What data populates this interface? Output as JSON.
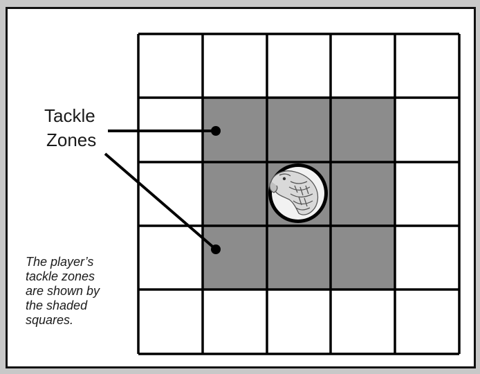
{
  "label": {
    "line1": "Tackle",
    "line2": "Zones"
  },
  "caption": {
    "lines": [
      "The player’s",
      "tackle zones",
      "are shown by",
      "the shaded",
      "squares."
    ]
  },
  "grid": {
    "rows": 5,
    "cols": 5,
    "tackle_zone_cells": [
      [
        1,
        1
      ],
      [
        1,
        2
      ],
      [
        1,
        3
      ],
      [
        2,
        1
      ],
      [
        2,
        3
      ],
      [
        3,
        1
      ],
      [
        3,
        2
      ],
      [
        3,
        3
      ]
    ],
    "player_cell": [
      2,
      2
    ]
  },
  "colors": {
    "frame": "#c8c8c8",
    "zone": "#8c8c8c",
    "line": "#000000",
    "background": "#ffffff"
  },
  "icons": {
    "player": "eagle-head-icon"
  }
}
